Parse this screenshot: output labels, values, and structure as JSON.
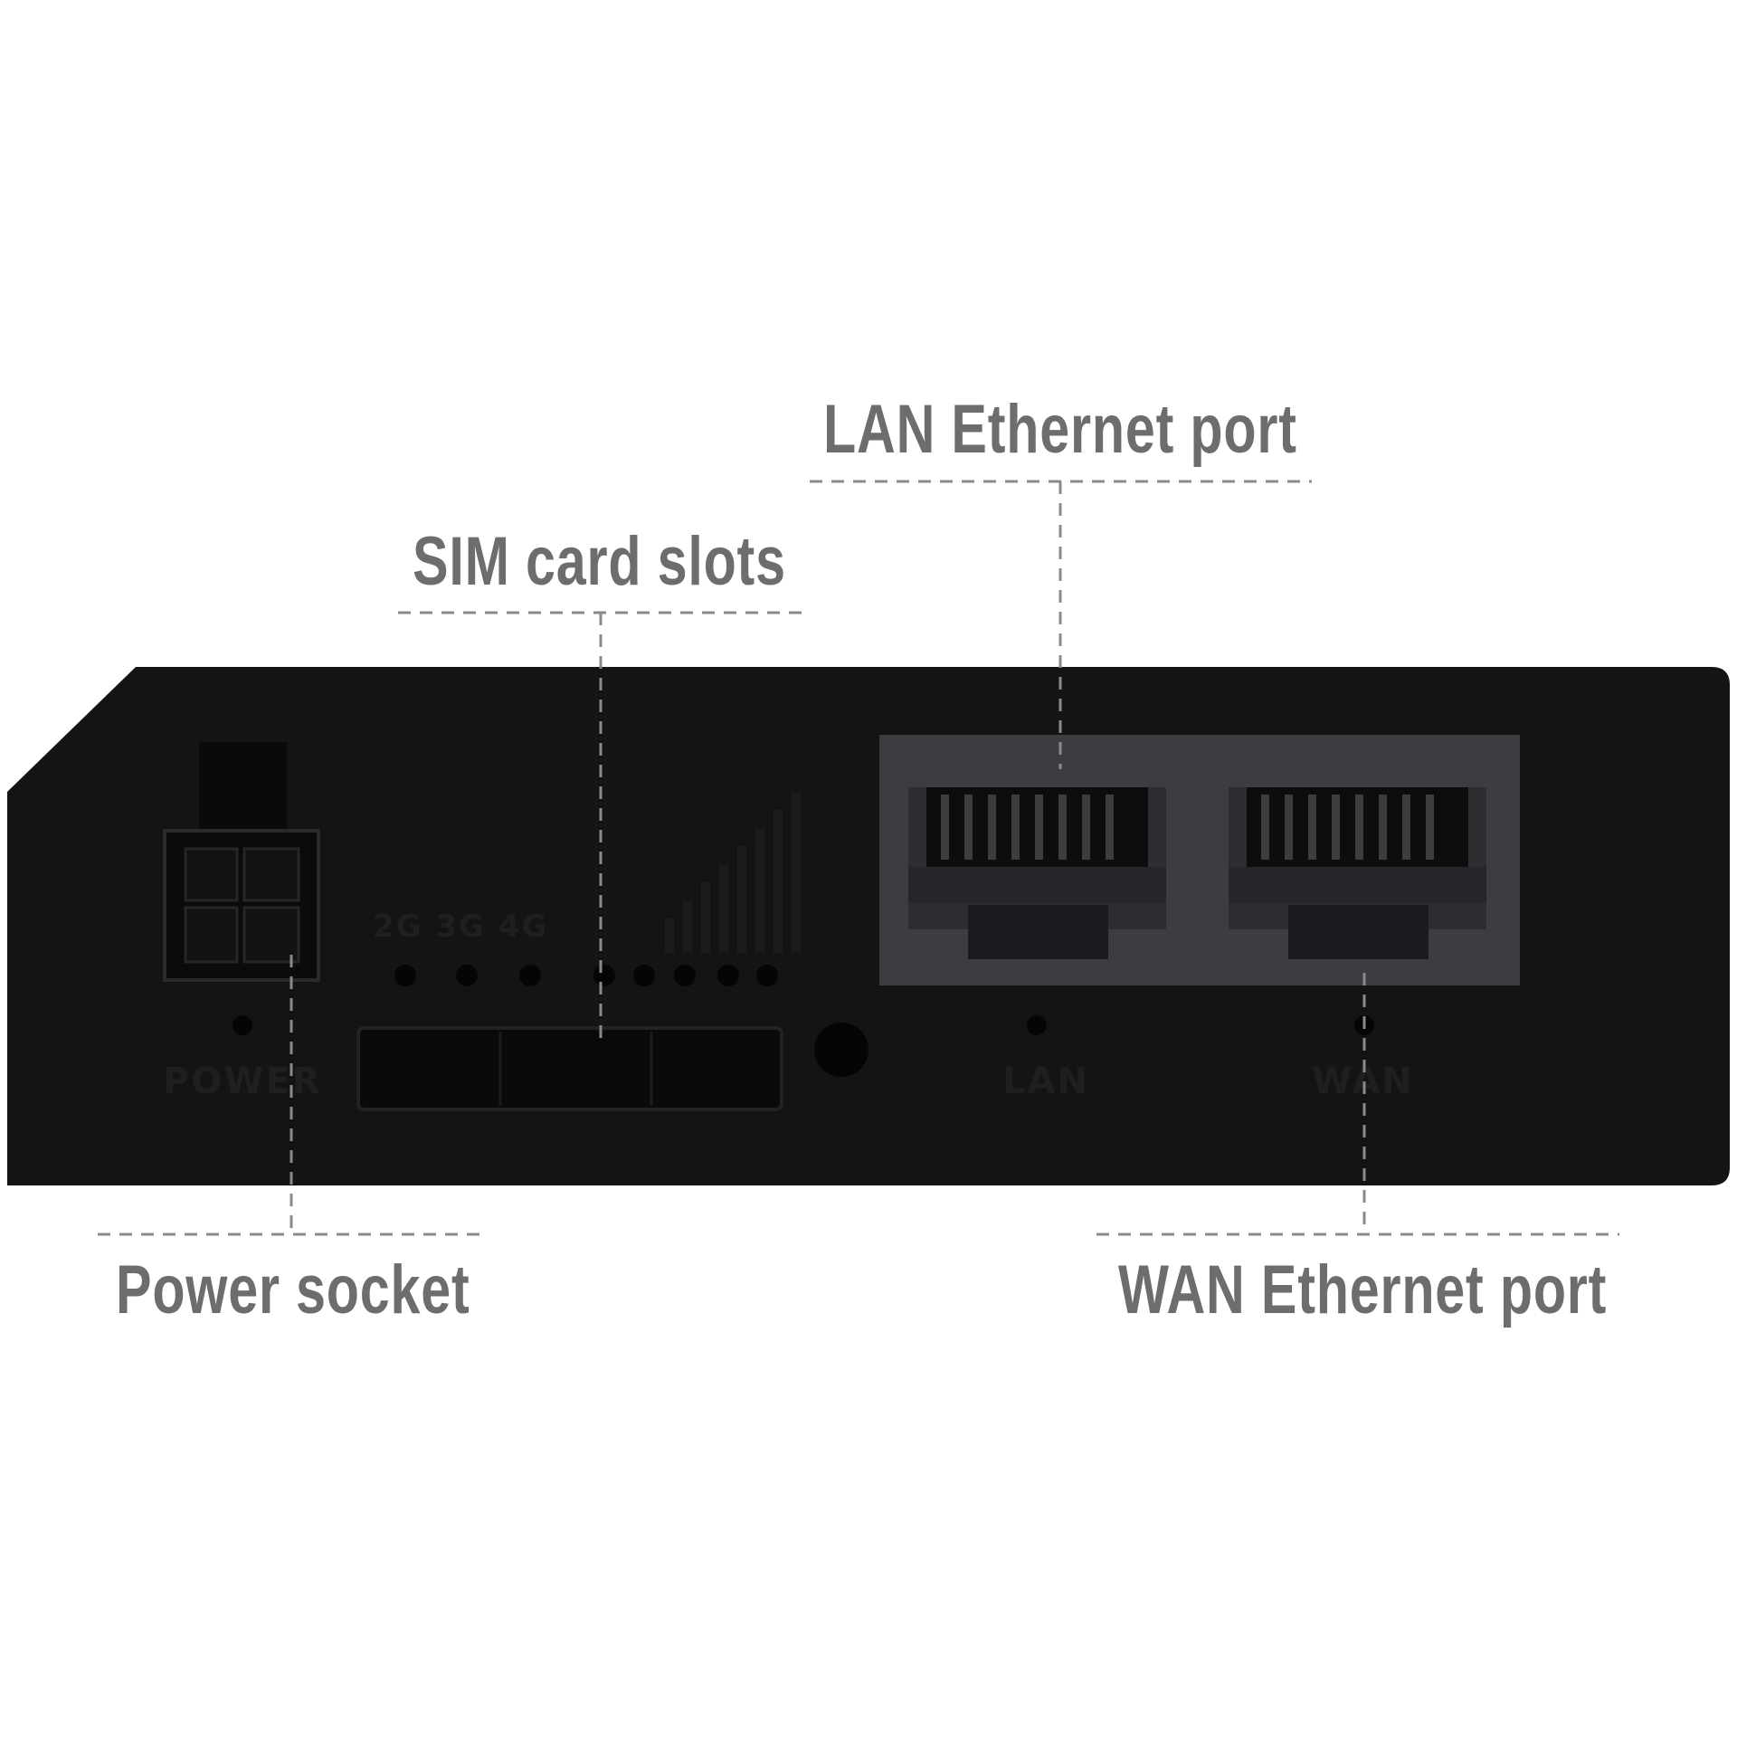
{
  "callouts": {
    "lan_port": "LAN Ethernet port",
    "sim_slots": "SIM card slots",
    "power_socket": "Power socket",
    "wan_port": "WAN Ethernet port"
  },
  "panel_labels": {
    "power": "POWER",
    "lan": "LAN",
    "wan": "WAN",
    "signal": "2G 3G 4G"
  },
  "colors": {
    "device_body": "#141414",
    "port_bay": "#3b3d41",
    "callout_text": "#6d6d6d",
    "leader_line": "#8a8a8a"
  }
}
